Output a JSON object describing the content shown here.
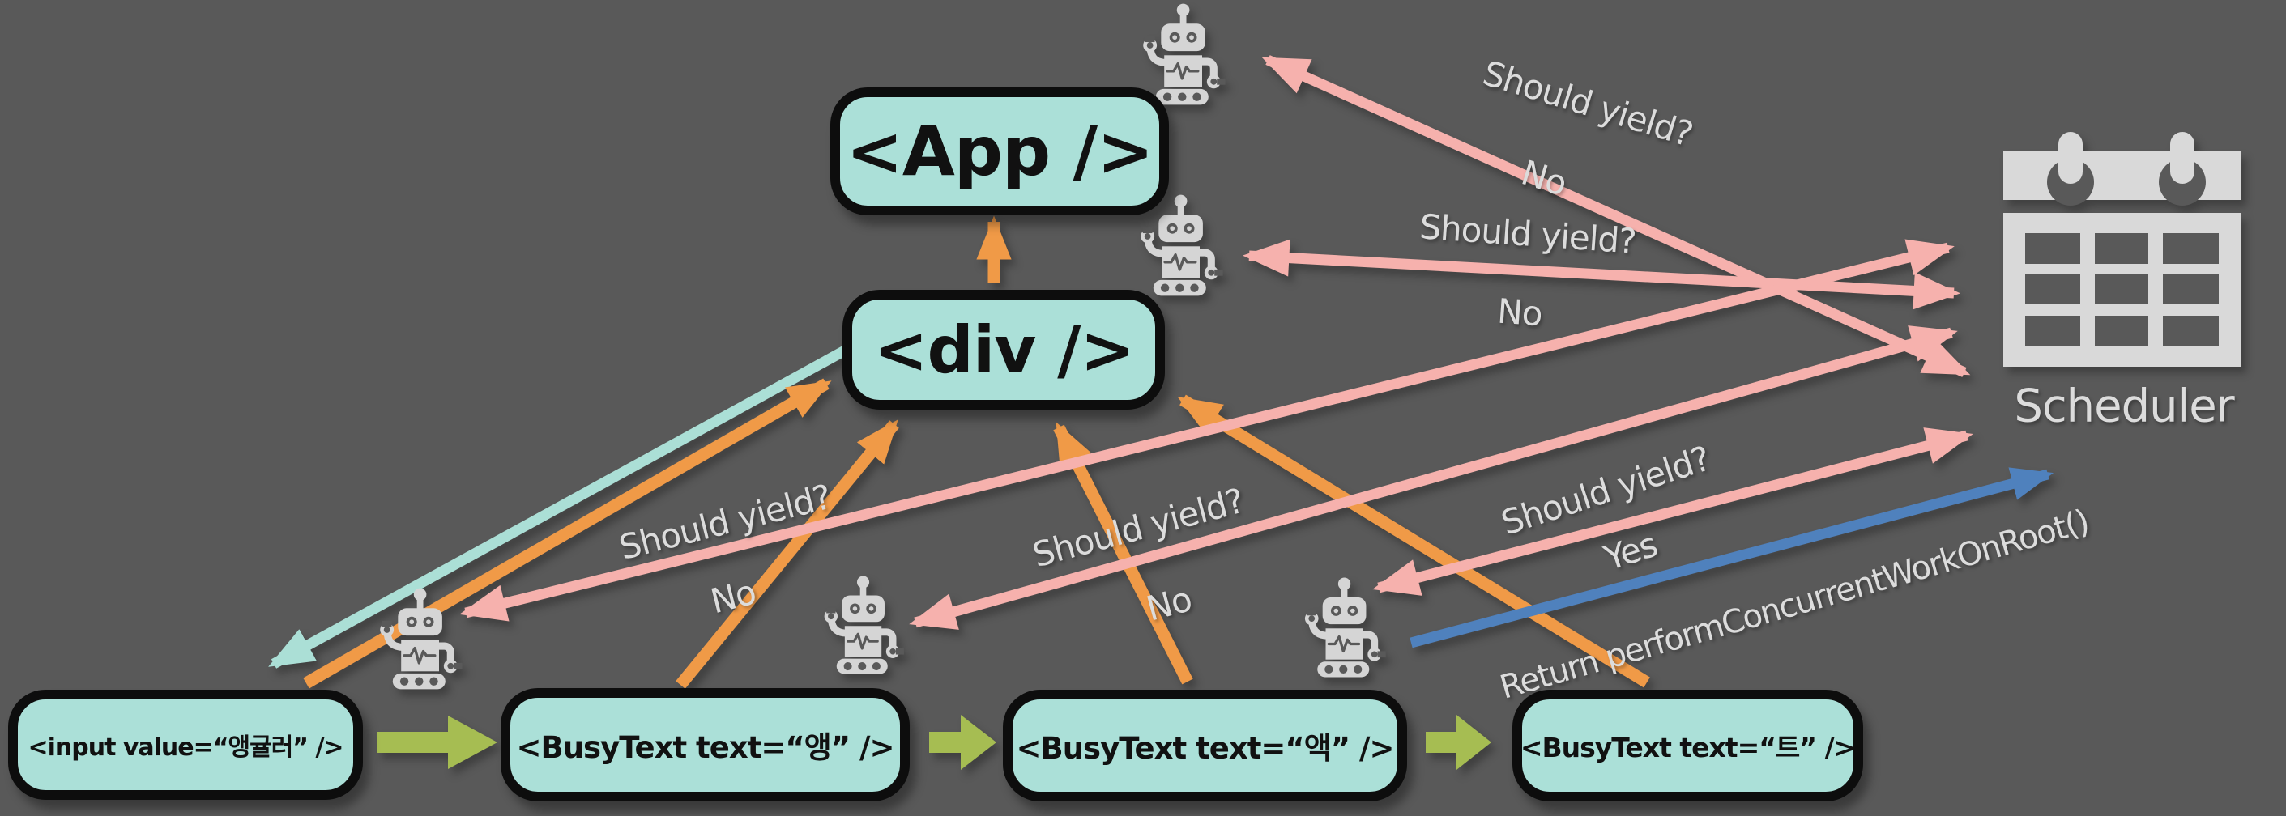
{
  "background_color": "#595959",
  "nodes": {
    "app": {
      "label": "<App />"
    },
    "div": {
      "label": "<div />"
    },
    "input": {
      "label": "<input value=“앵귤러” />"
    },
    "busytext_1": {
      "label": "<BusyText text=“앵” />"
    },
    "busytext_2": {
      "label": "<BusyText text=“액” />"
    },
    "busytext_3": {
      "label": "<BusyText text=“트” />"
    }
  },
  "scheduler": {
    "label": "Scheduler",
    "icon": "calendar-icon"
  },
  "robot_icon": "robot-icon",
  "exchanges": [
    {
      "question": "Should yield?",
      "answer": "No"
    },
    {
      "question": "Should yield?",
      "answer": "No"
    },
    {
      "question": "Should yield?",
      "answer": "No"
    },
    {
      "question": "Should yield?",
      "answer": "No"
    },
    {
      "question": "Should yield?",
      "answer": "Yes"
    }
  ],
  "return_label": "Return performConcurrentWorkOnRoot()",
  "colors": {
    "background": "#595959",
    "node_fill": "#abe0d8",
    "node_border": "#0d0d0d",
    "ask_arrow": "#f6b1ad",
    "work_arrow": "#f09a47",
    "render_arrow": "#abdfd6",
    "next_arrow": "#a6bd52",
    "return_arrow": "#4f81bd",
    "icon_gray": "#d5d5d5",
    "label_text": "#dcdcdc"
  }
}
